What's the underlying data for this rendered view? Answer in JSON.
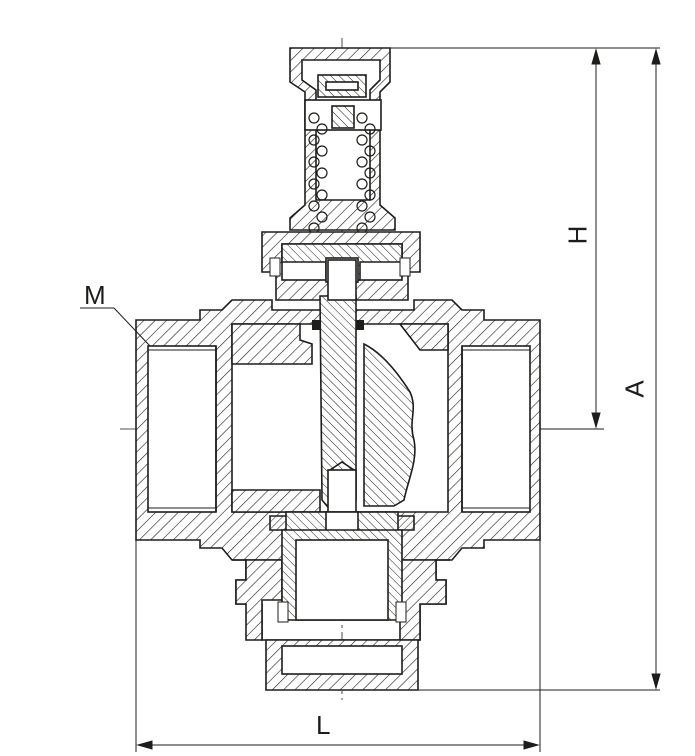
{
  "labels": {
    "m": "M",
    "h": "H",
    "a": "A",
    "l": "L"
  },
  "colors": {
    "ink": "#1d1d1b",
    "paper": "#ffffff"
  },
  "icons": [
    "valve-cross-section",
    "dimension-arrow"
  ]
}
